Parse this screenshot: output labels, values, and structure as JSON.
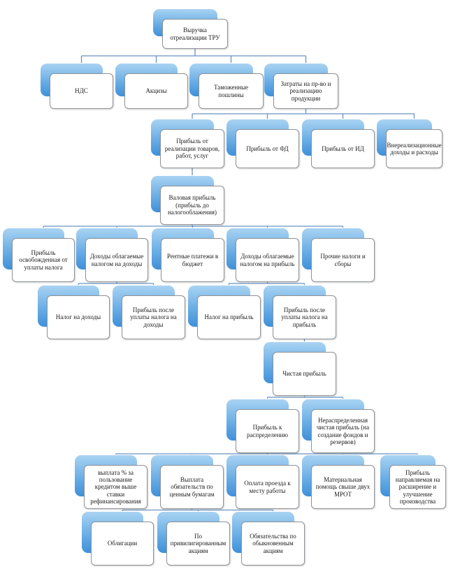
{
  "colors": {
    "connector": "#6a92c2",
    "node_border": "#8e9296",
    "shadow_light": "#a9d3f2",
    "shadow_dark": "#3f90d8"
  },
  "nodes": {
    "revenue": "Выручка отреализации ТРУ",
    "vat": "НДС",
    "excise": "Акцизы",
    "customs": "Таможенные пошлины",
    "costs": "Затраты на пр-во и реализацию продукции",
    "sales_profit": "Прибыль от реализации товаров, работ, услуг",
    "fd_profit": "Прибыль от ФД",
    "id_profit": "Прибыль от ИД",
    "non_operating": "Внереализационные доходы и расходы",
    "gross_profit": "Валовая прибыль (прибыль до налогооблажения)",
    "tax_exempt": "Прибыль освобожденная от уплаты налога",
    "income_taxable": "Доходы облагаемые налогом на доходы",
    "rent_payments": "Рентные платежи в бюджет",
    "profit_taxable": "Доходы облагаемые налогом на прибыль",
    "other_taxes": "Прочие налоги и сборы",
    "income_tax": "Налог на доходы",
    "after_income_tax": "Прибыль после уплаты налога на доходы",
    "profit_tax": "Налог на прибыль",
    "after_profit_tax": "Прибыль после уплаты налога на прибыль",
    "net_profit": "Чистая прибыль",
    "distributable": "Прибыль к распределению",
    "retained": "Нераспределенная чистая прибыль (на создание фондов и резервов)",
    "interest_payment": "выплата % за пользование кредитом выше ставки рефинансирования",
    "securities_obligations": "Выплата обязательств по ценным бумагам",
    "travel_payment": "Оплата проезда к месту работы",
    "material_aid": "Материальная помощь свыше двух МРОТ",
    "expansion": "Прибыль направляемая на расширение и улучшение производства",
    "bonds": "Облигации",
    "preferred_shares": "По привилигированным акциям",
    "common_shares": "Обязательства по обыкновенным акциям"
  }
}
